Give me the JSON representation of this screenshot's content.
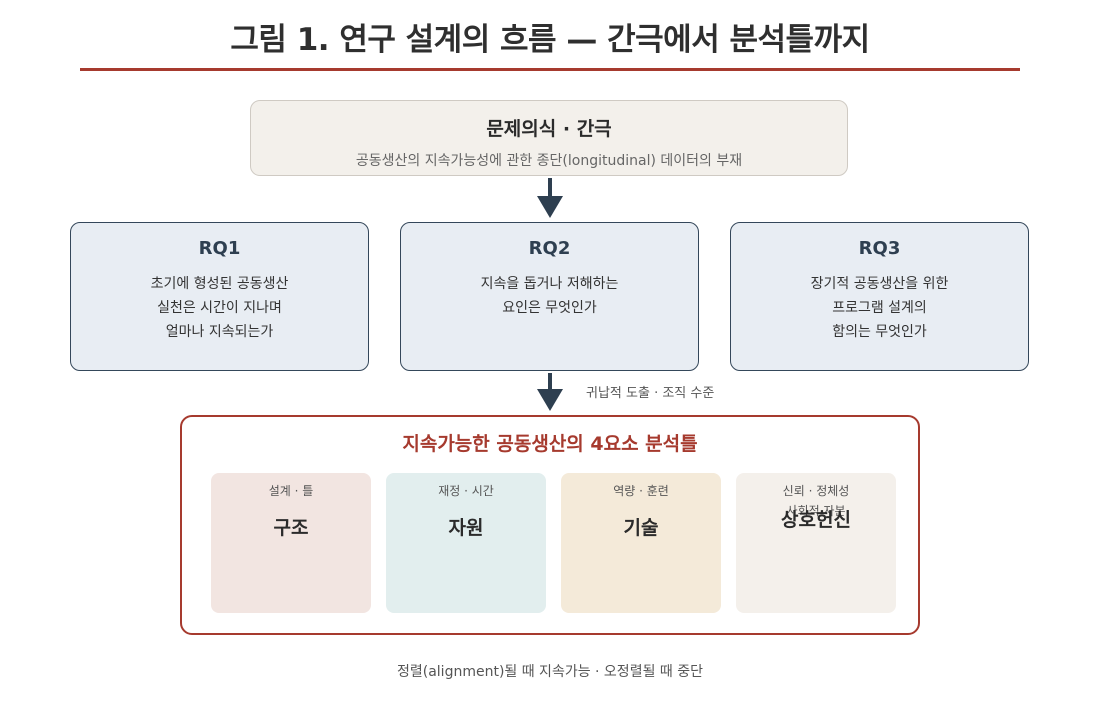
{
  "title": "그림 1. 연구 설계의 흐름 — 간극에서 분석틀까지",
  "colors": {
    "accent_red": "#a63a2e",
    "navy": "#34475a",
    "problem_bg": "#f3f0eb",
    "rq_bg": "#e8edf3"
  },
  "problem": {
    "heading": "문제의식 · 간극",
    "subtitle": "공동생산의 지속가능성에 관한 종단(longitudinal) 데이터의 부재"
  },
  "research_questions": [
    {
      "label": "RQ1",
      "lines": [
        "초기에 형성된 공동생산",
        "실천은 시간이 지나며",
        "얼마나 지속되는가"
      ]
    },
    {
      "label": "RQ2",
      "lines": [
        "지속을 돕거나 저해하는",
        "요인은 무엇인가"
      ]
    },
    {
      "label": "RQ3",
      "lines": [
        "장기적 공동생산을 위한",
        "프로그램 설계의",
        "함의는 무엇인가"
      ]
    }
  ],
  "arrow_note": "귀납적 도출 · 조직 수준",
  "framework": {
    "heading": "지속가능한 공동생산의 4요소 분석틀",
    "elements": [
      {
        "name": "구조",
        "sub": [
          "설계 · 틀"
        ],
        "bg": "#f2e5e1"
      },
      {
        "name": "자원",
        "sub": [
          "재정 · 시간"
        ],
        "bg": "#e2eeee"
      },
      {
        "name": "기술",
        "sub": [
          "역량 · 훈련"
        ],
        "bg": "#f4ead9"
      },
      {
        "name": "상호헌신",
        "sub": [
          "신뢰 · 정체성",
          "사회적 자본"
        ],
        "bg": "#f4f0eb"
      }
    ]
  },
  "footer": "정렬(alignment)될 때 지속가능 · 오정렬될 때 중단"
}
